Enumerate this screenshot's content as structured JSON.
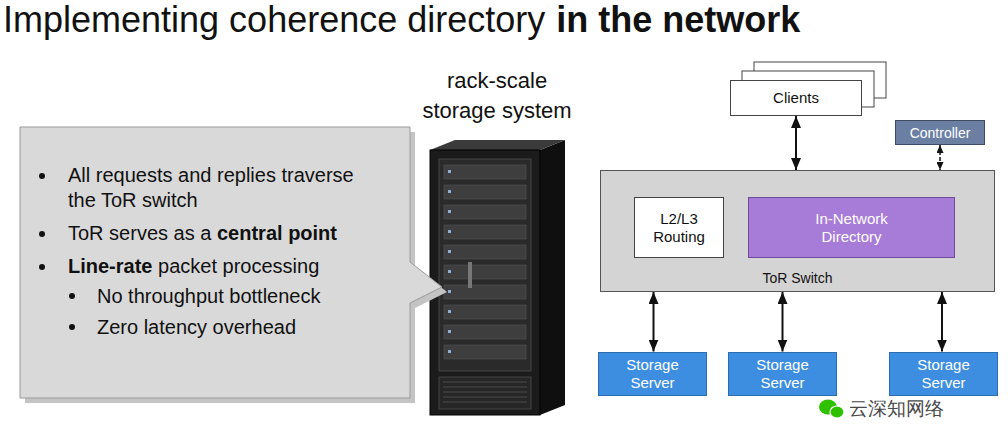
{
  "diagram": {
    "title": "Implementing coherence directory",
    "nodes": [
      {
        "text": [
          "All requests and replies traverse the ToR switch",
          "ToR serves as a",
          "central point",
          "Line-rate",
          "packet processing",
          "No throughput bottleneck",
          "Zero latency overhead"
        ]
      },
      {
        "text": [
          "Clients"
        ]
      },
      {
        "text": [
          "Controller"
        ]
      },
      {
        "text": [
          "ToR Switch"
        ]
      },
      {
        "text": [
          "L2/L3 Routing"
        ],
        "in": 3
      },
      {
        "text": [
          "In-Network Directory"
        ],
        "in": 3
      },
      {
        "text": [
          "Storage Server"
        ]
      },
      {
        "text": [
          "Storage Server"
        ]
      },
      {
        "text": [
          "Storage Server"
        ]
      }
    ],
    "edges": [
      {
        "from": 1,
        "to": 3,
        "arrow": "both"
      },
      {
        "from": 2,
        "to": 3,
        "arrow": "both"
      },
      {
        "from": 3,
        "to": 6,
        "arrow": "both"
      },
      {
        "from": 3,
        "to": 7,
        "arrow": "both"
      },
      {
        "from": 3,
        "to": 8,
        "arrow": "both"
      }
    ],
    "labels": [
      "in the network",
      "rack-scale storage system",
      "云深知网络"
    ]
  }
}
